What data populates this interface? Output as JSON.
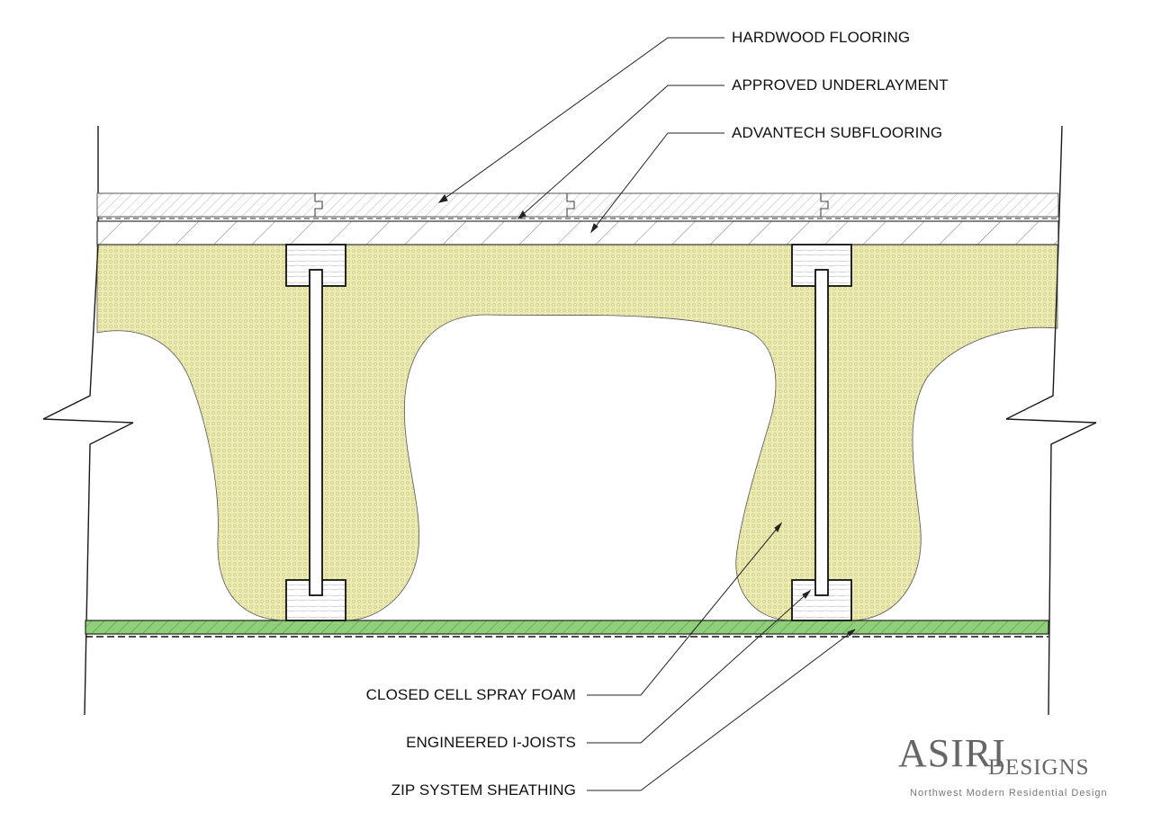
{
  "labels": {
    "hardwood": "HARDWOOD FLOORING",
    "underlayment": "APPROVED UNDERLAYMENT",
    "subfloor": "ADVANTECH SUBFLOORING",
    "foam": "CLOSED CELL SPRAY FOAM",
    "joists": "ENGINEERED I-JOISTS",
    "sheathing": "ZIP SYSTEM SHEATHING"
  },
  "brand": {
    "name_main": "ASIRI",
    "name_sub": "DESIGNS",
    "tagline": "Northwest  Modern  Residential  Design"
  },
  "colors": {
    "foam": "#ecebb4",
    "foam_dot": "#c9c77a",
    "sheathing": "#8fcf7a",
    "line": "#1a1a1a",
    "brand": "#666666"
  }
}
